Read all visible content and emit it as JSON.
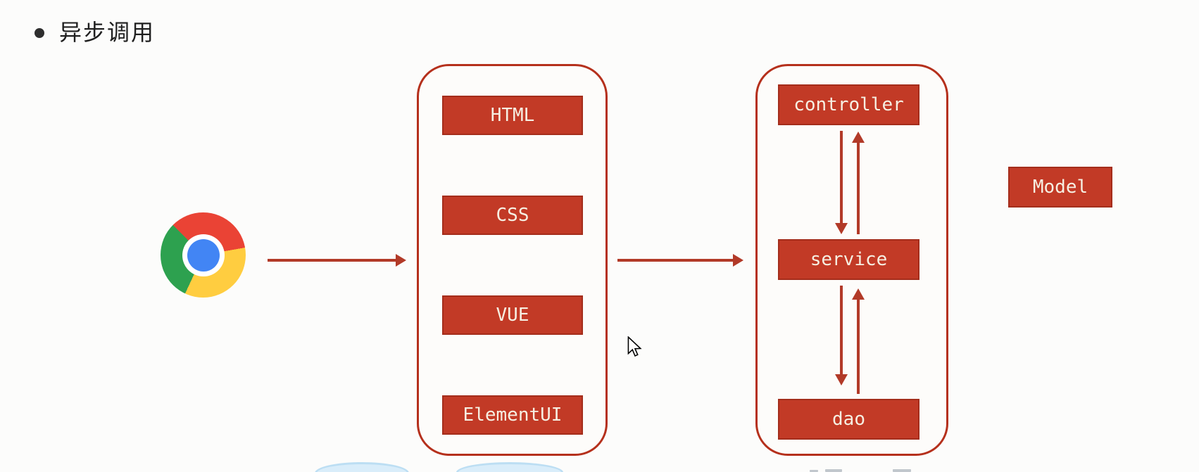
{
  "page": {
    "title": "异步调用"
  },
  "icons": {
    "browser": "chrome-logo",
    "pointer": "mouse-pointer"
  },
  "frontend_stack": {
    "items": [
      "HTML",
      "CSS",
      "VUE",
      "ElementUI"
    ]
  },
  "backend_stack": {
    "items": [
      "controller",
      "service",
      "dao"
    ]
  },
  "model_label": "Model",
  "diagram_flow": {
    "edges": [
      {
        "from": "browser",
        "to": "frontend-panel",
        "direction": "right"
      },
      {
        "from": "frontend-panel",
        "to": "backend-panel",
        "direction": "right"
      },
      {
        "from": "controller",
        "to": "service",
        "direction": "both"
      },
      {
        "from": "service",
        "to": "dao",
        "direction": "both"
      }
    ]
  },
  "colors": {
    "box_fill": "#c23a26",
    "box_border": "#a42d1b",
    "container_border": "#b5301c",
    "arrow": "#b23a28",
    "box_text": "#f6efe2",
    "title_text": "#1f1f1f",
    "chrome_red": "#ea4335",
    "chrome_yellow": "#ffcd40",
    "chrome_green": "#2da14f",
    "chrome_blue": "#4285f4",
    "cloud_fill": "#d9edfa",
    "cloud_edge": "#bcdef3"
  }
}
